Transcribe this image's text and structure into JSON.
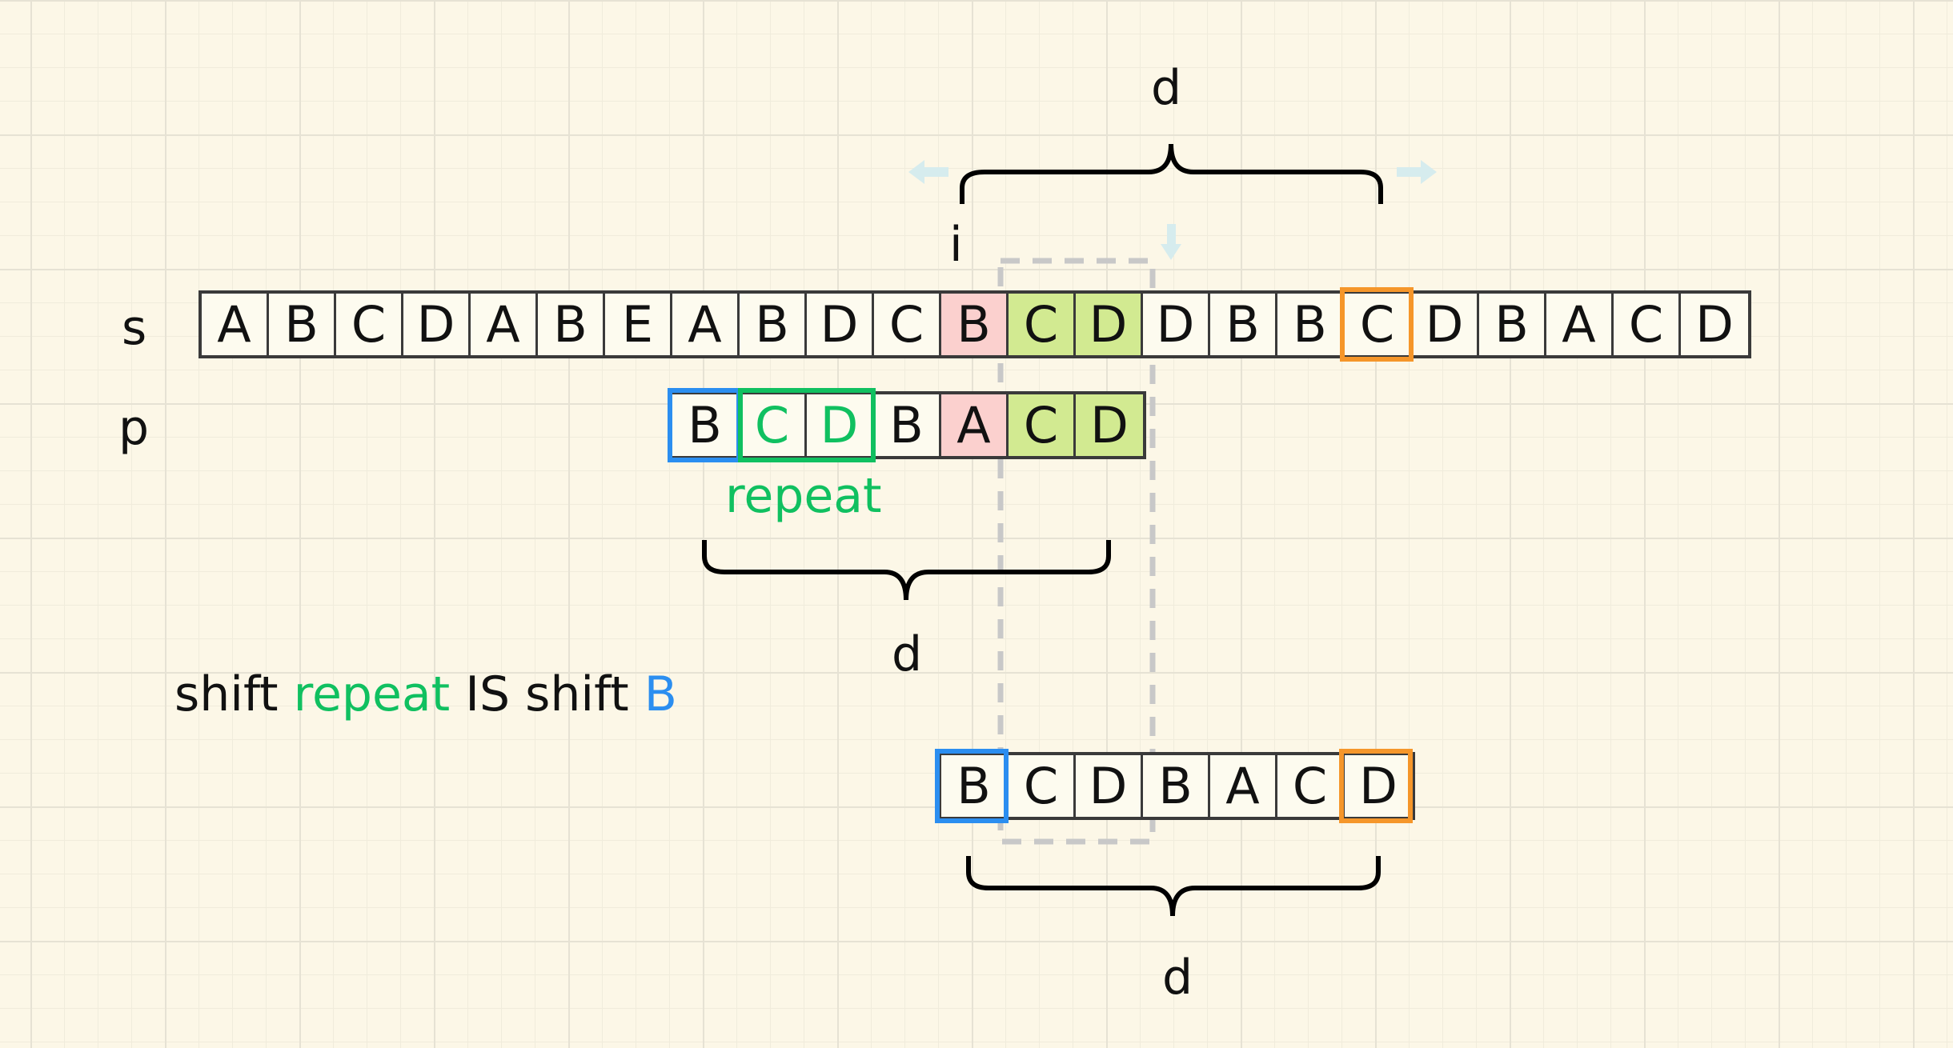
{
  "labels": {
    "s": "s",
    "p": "p",
    "i": "i",
    "d_top": "d",
    "d_mid": "d",
    "d_bottom": "d",
    "repeat": "repeat"
  },
  "caption": {
    "part1": "shift ",
    "part2": "repeat",
    "part3": " IS shift ",
    "part4": "B"
  },
  "rows": {
    "s": [
      "A",
      "B",
      "C",
      "D",
      "A",
      "B",
      "E",
      "A",
      "B",
      "D",
      "C",
      "B",
      "C",
      "D",
      "D",
      "B",
      "B",
      "C",
      "D",
      "B",
      "A",
      "C",
      "D"
    ],
    "p": [
      "B",
      "C",
      "D",
      "B",
      "A",
      "C",
      "D"
    ],
    "shifted": [
      "B",
      "C",
      "D",
      "B",
      "A",
      "C",
      "D"
    ]
  },
  "colors": {
    "mismatch": "#fbd0ce",
    "match": "#d2ea91",
    "repeat": "#10c060",
    "blue": "#2b8ef0",
    "orange": "#f5962a",
    "arrow": "#d6ecee",
    "dash": "#c8c8c8"
  }
}
